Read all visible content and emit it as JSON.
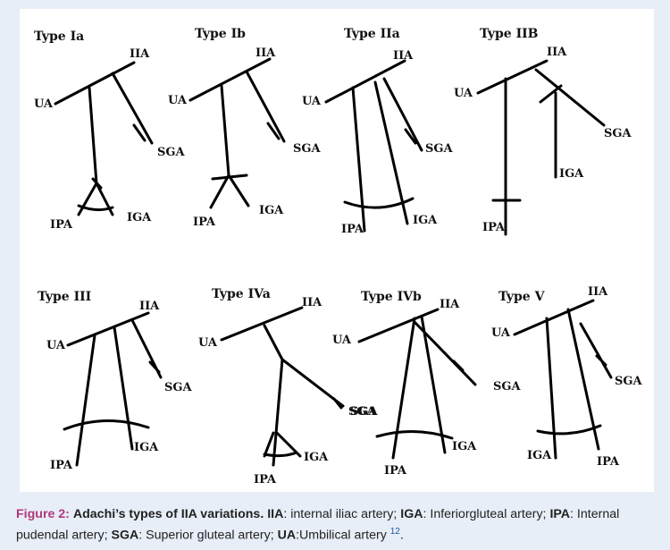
{
  "diagrams": [
    {
      "title": "Type Ia",
      "labels": [
        "IIA",
        "UA",
        "SGA",
        "IGA",
        "IPA"
      ]
    },
    {
      "title": "Type Ib",
      "labels": [
        "IIA",
        "UA",
        "SGA",
        "IGA",
        "IPA"
      ]
    },
    {
      "title": "Type IIa",
      "labels": [
        "IIA",
        "UA",
        "SGA",
        "IGA",
        "IPA"
      ]
    },
    {
      "title": "Type IIB",
      "labels": [
        "IIA",
        "UA",
        "SGA",
        "IGA",
        "IPA"
      ]
    },
    {
      "title": "Type III",
      "labels": [
        "IIA",
        "UA",
        "SGA",
        "IGA",
        "IPA"
      ]
    },
    {
      "title": "Type IVa",
      "labels": [
        "IIA",
        "UA",
        "SGA",
        "IGA",
        "IPA"
      ]
    },
    {
      "title": "Type IVb",
      "labels": [
        "IIA",
        "UA",
        "SGA",
        "IGA",
        "IPA"
      ]
    },
    {
      "title": "Type V",
      "labels": [
        "IIA",
        "UA",
        "SGA",
        "IGA",
        "IPA"
      ]
    }
  ],
  "caption": {
    "figure_label": "Figure 2:",
    "title": "Adachi’s types of IIA variations.",
    "items": [
      {
        "abbr": "IIA",
        "text": ": internal iliac artery; "
      },
      {
        "abbr": "IGA",
        "text": ": Inferiorgluteal artery; "
      },
      {
        "abbr": "IPA",
        "text": ": Internal pudendal artery; "
      },
      {
        "abbr": "SGA",
        "text": ": Superior gluteal artery; "
      },
      {
        "abbr": "UA",
        "text": ":Umbilical artery "
      }
    ],
    "reference": "12",
    "end": "."
  }
}
